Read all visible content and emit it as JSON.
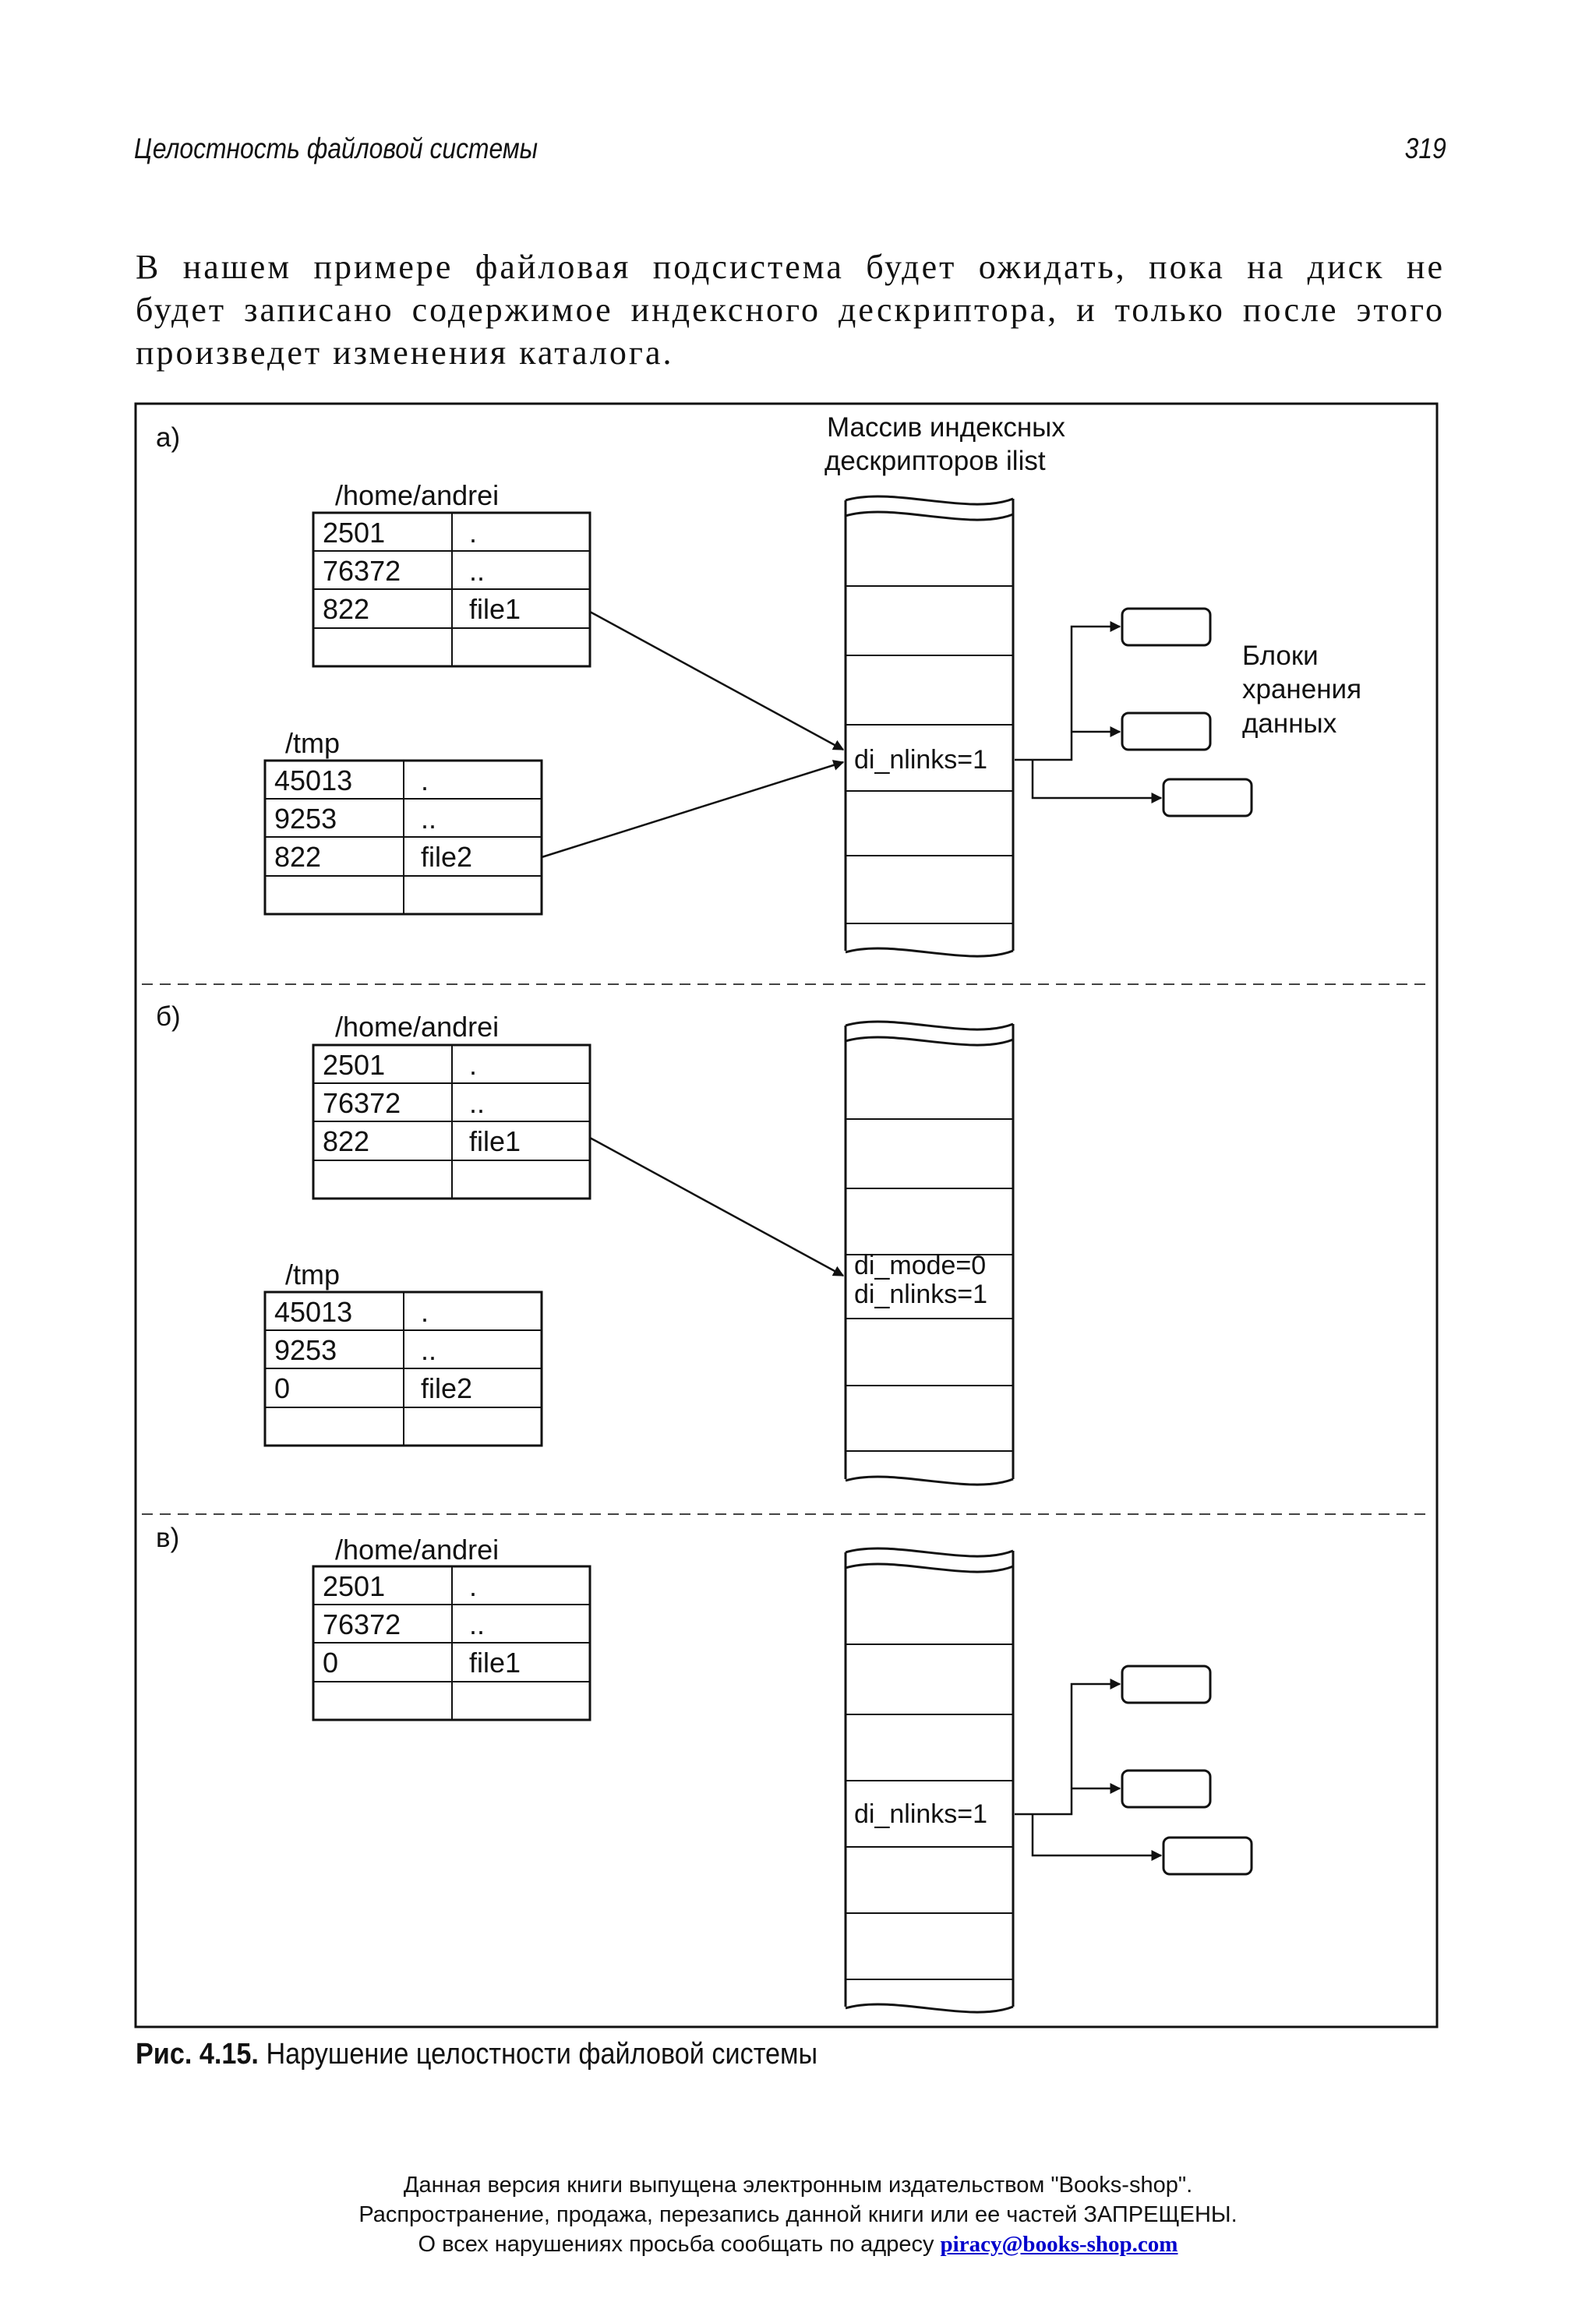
{
  "header": {
    "title": "Целостность файловой системы",
    "page_number": "319"
  },
  "paragraph": {
    "lines": [
      "В нашем примере файловая подсистема будет ожидать, пока на диск не",
      "будет записано содержимое индексного дескриптора, и только после этого",
      "произведет изменения каталога."
    ]
  },
  "figure": {
    "ilist_title": [
      "Массив индексных",
      "дескрипторов ilist"
    ],
    "blocks_label": [
      "Блоки",
      "хранения",
      "данных"
    ],
    "panels": [
      {
        "label": "а)",
        "home": {
          "path": "/home/andrei",
          "rows": [
            [
              "2501",
              "."
            ],
            [
              "76372",
              ".."
            ],
            [
              "822",
              "file1"
            ]
          ]
        },
        "tmp": {
          "path": "/tmp",
          "rows": [
            [
              "45013",
              "."
            ],
            [
              "9253",
              ".."
            ],
            [
              "822",
              "file2"
            ]
          ]
        },
        "inode": [
          "di_nlinks=1"
        ]
      },
      {
        "label": "б)",
        "home": {
          "path": "/home/andrei",
          "rows": [
            [
              "2501",
              "."
            ],
            [
              "76372",
              ".."
            ],
            [
              "822",
              "file1"
            ]
          ]
        },
        "tmp": {
          "path": "/tmp",
          "rows": [
            [
              "45013",
              "."
            ],
            [
              "9253",
              ".."
            ],
            [
              "0",
              "file2"
            ]
          ]
        },
        "inode": [
          "di_mode=0",
          "di_nlinks=1"
        ]
      },
      {
        "label": "в)",
        "home": {
          "path": "/home/andrei",
          "rows": [
            [
              "2501",
              "."
            ],
            [
              "76372",
              ".."
            ],
            [
              "0",
              "file1"
            ]
          ]
        },
        "inode": [
          "di_nlinks=1"
        ]
      }
    ]
  },
  "caption": {
    "number": "Рис. 4.15.",
    "text": "Нарушение целостности файловой системы"
  },
  "footer": {
    "line1": "Данная версия книги выпущена электронным издательством \"Books-shop\".",
    "line2": "Распространение, продажа, перезапись данной книги или ее частей ЗАПРЕЩЕНЫ.",
    "line3_prefix": "О всех нарушениях просьба сообщать по адресу ",
    "email": "piracy@books-shop.com"
  }
}
